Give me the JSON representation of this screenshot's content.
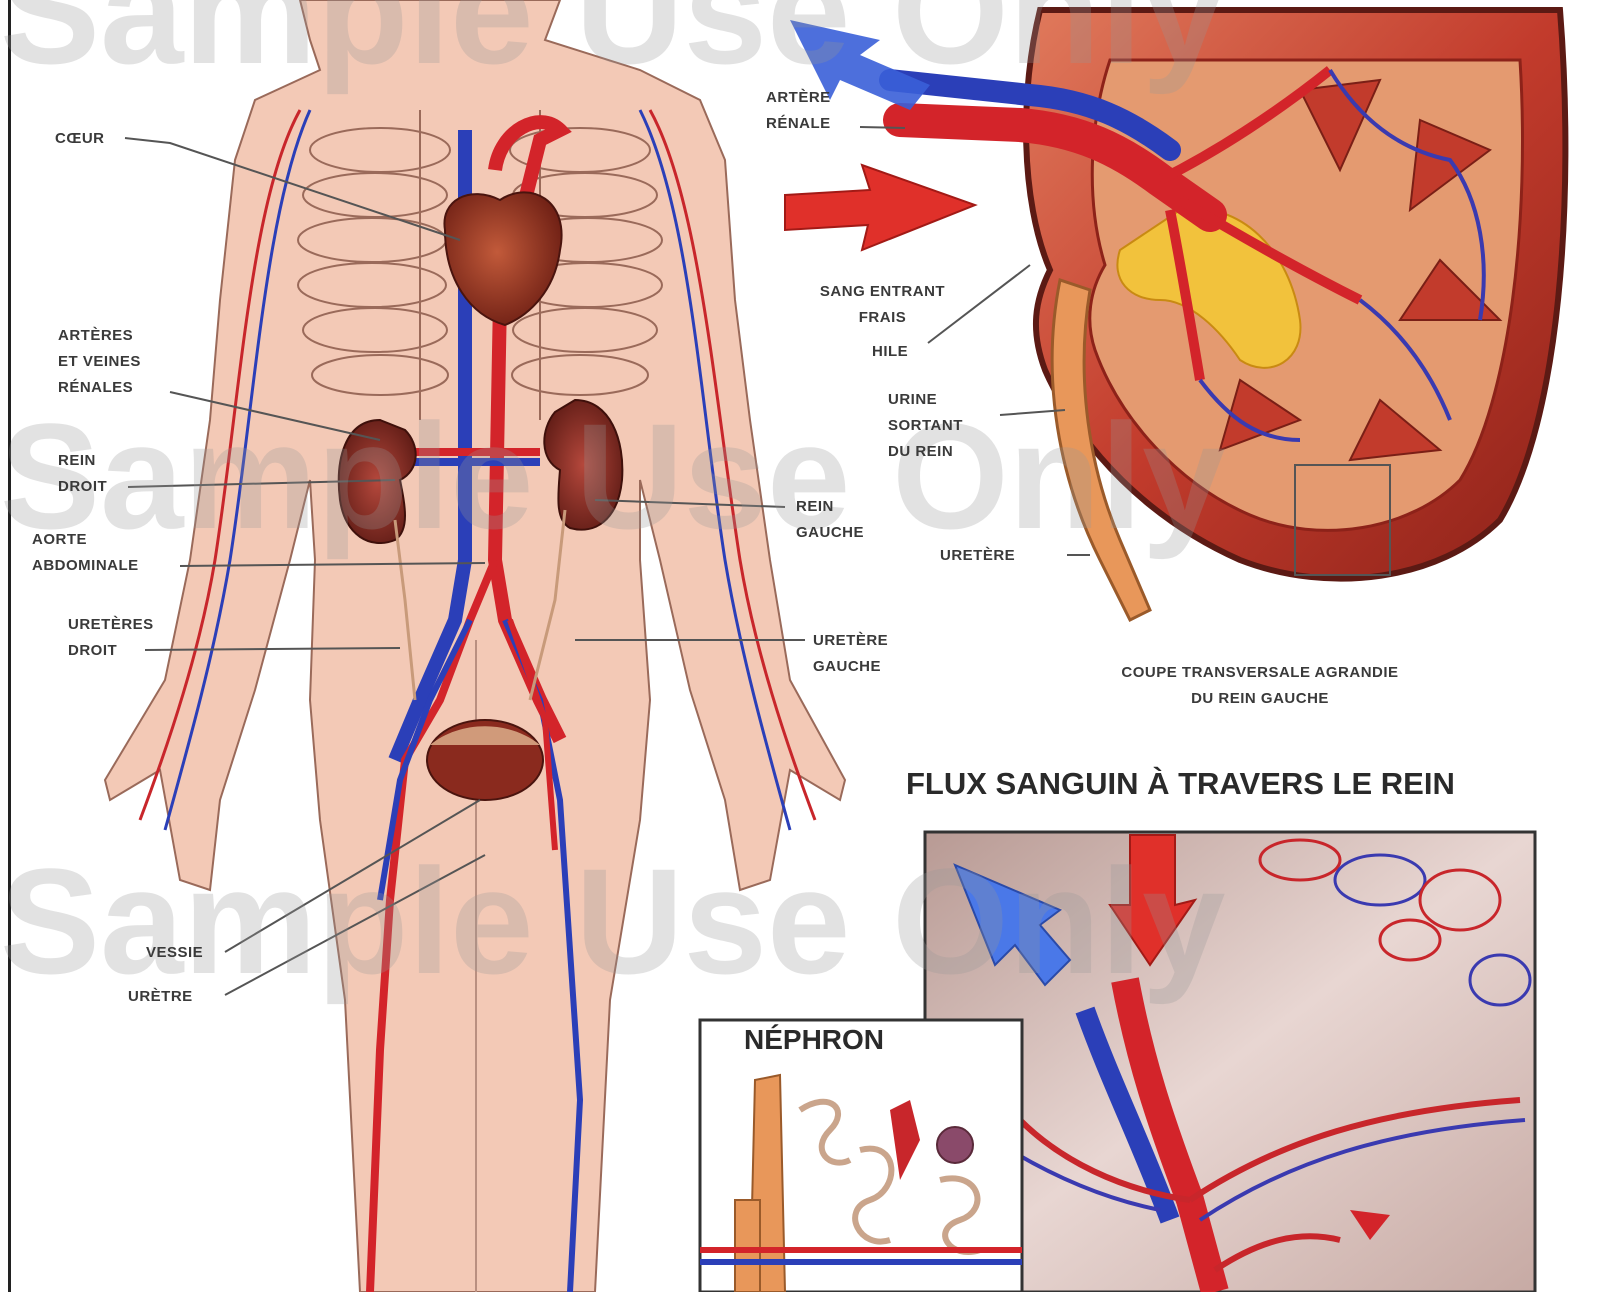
{
  "labels": {
    "coeur": "CŒUR",
    "arteres_veines_renales": "ARTÈRES\nET VEINES\nRÉNALES",
    "rein_droit": "REIN\nDROIT",
    "aorte_abdominale": "AORTE\nABDOMINALE",
    "ureteres_droit": "URETÈRES\nDROIT",
    "vessie": "VESSIE",
    "uretre": "URÈTRE",
    "artere_renale": "ARTÈRE\nRÉNALE",
    "sang_entrant_frais": "SANG ENTRANT\nFRAIS",
    "hile": "HILE",
    "urine_sortant_du_rein": "URINE\nSORTANT\nDU REIN",
    "rein_gauche": "REIN\nGAUCHE",
    "uretere": "URETÈRE",
    "uretere_gauche": "URETÈRE\nGAUCHE",
    "coupe_transversale": "COUPE TRANSVERSALE AGRANDIE\nDU REIN GAUCHE"
  },
  "titles": {
    "flux_sanguin": "FLUX SANGUIN À TRAVERS LE REIN",
    "nephron": "NÉPHRON"
  },
  "watermark": "Sample Use Only",
  "colors": {
    "skin": "#f3c9b6",
    "skin_outline": "#9a6a5a",
    "artery": "#d3242a",
    "vein": "#2b3fb8",
    "kidney": "#7a2a22",
    "cortex": "#c9463a",
    "leader": "#555555"
  }
}
